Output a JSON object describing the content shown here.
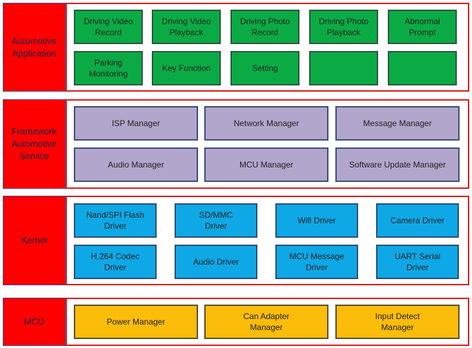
{
  "layers": [
    {
      "label": "Automotive\nApplication",
      "boxes": [
        "Driving Video\nRecord",
        "Driving Video\nPlayback",
        "Driving Photo\nRecord",
        "Driving Photo\nPlayback",
        "Abnormal\nPrompt",
        "Parking\nMonitoring",
        "Key Function",
        "Setting",
        "",
        ""
      ]
    },
    {
      "label": "Framework\nAutomotive\nService",
      "boxes": [
        "ISP Manager",
        "Network Manager",
        "Message Manager",
        "Audio Manager",
        "MCU Manager",
        "Software Update Manager"
      ]
    },
    {
      "label": "Kernel",
      "boxes": [
        "Nand/SPI Flash\nDriver",
        "SD/MMC\nDriver",
        "Wifi Driver",
        "Camera Driver",
        "H.264 Codec\nDriver",
        "Audio Driver",
        "MCU Message\nDriver",
        "UART Serial\nDriver"
      ]
    },
    {
      "label": "MCU",
      "boxes": [
        "Power Manager",
        "Can Adapter\nManager",
        "Input Detect\nManager"
      ]
    }
  ]
}
